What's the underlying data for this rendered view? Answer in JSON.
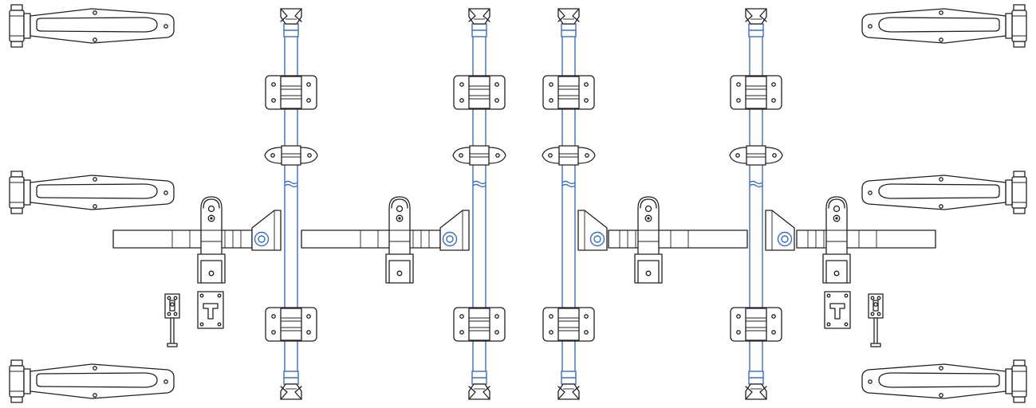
{
  "drawing": {
    "description_visible_text": "",
    "colors": {
      "line": "#231f20",
      "rod": "#3a6fc4",
      "background": "#ffffff"
    },
    "components": {
      "hinges": 6,
      "lock_rod_assemblies": 4,
      "cam_keepers_per_rod": 2,
      "rod_guides_per_rod": 3,
      "handle_assemblies": 4,
      "door_hold_back_catches": 2,
      "door_hold_back_keepers": 2
    }
  }
}
